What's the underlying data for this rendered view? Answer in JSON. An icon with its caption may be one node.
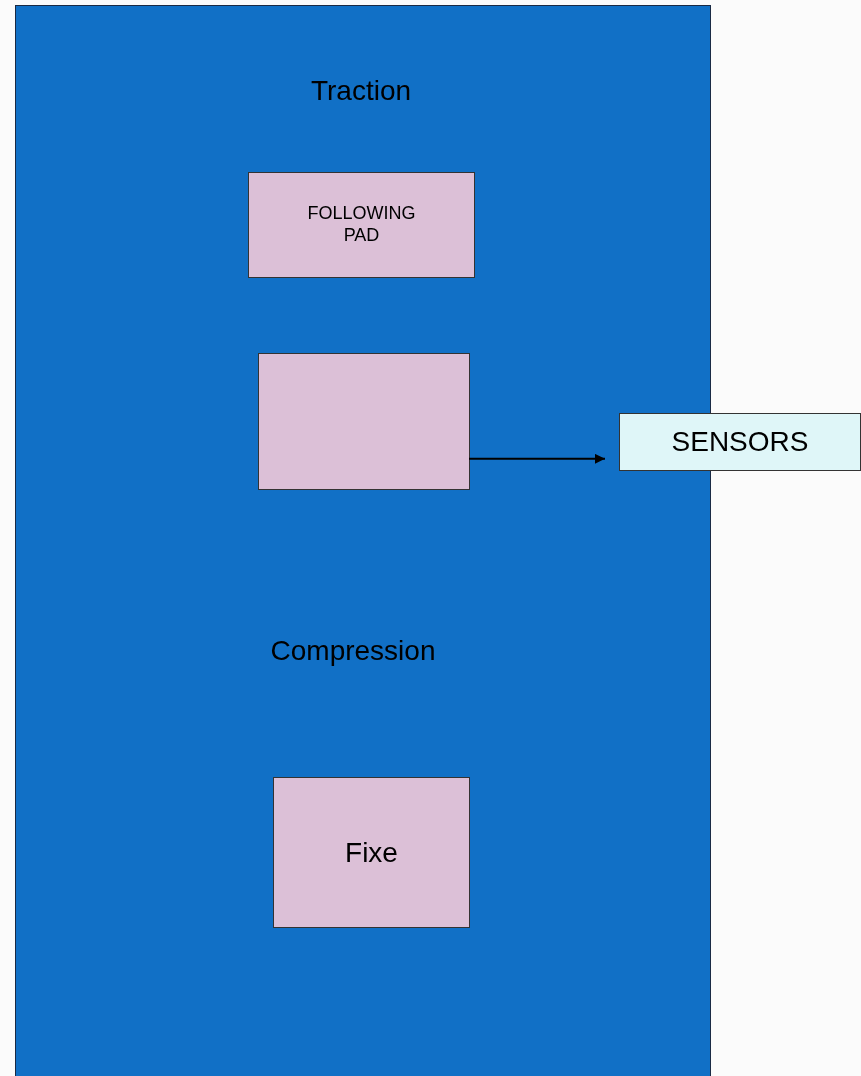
{
  "diagram": {
    "nodes": [
      {
        "text": [],
        "shape": "box"
      },
      {
        "text": [
          "FOLLOWING PAD"
        ],
        "in": 0
      },
      {
        "text": [],
        "shape": "box",
        "in": 0
      },
      {
        "text": [
          "Fixe"
        ],
        "in": 0
      },
      {
        "text": [
          "SENSORS"
        ]
      }
    ],
    "edges": [
      {
        "from": 2,
        "to": 4,
        "arrow": "to"
      }
    ],
    "labels": [
      "Traction",
      "Compression"
    ]
  }
}
